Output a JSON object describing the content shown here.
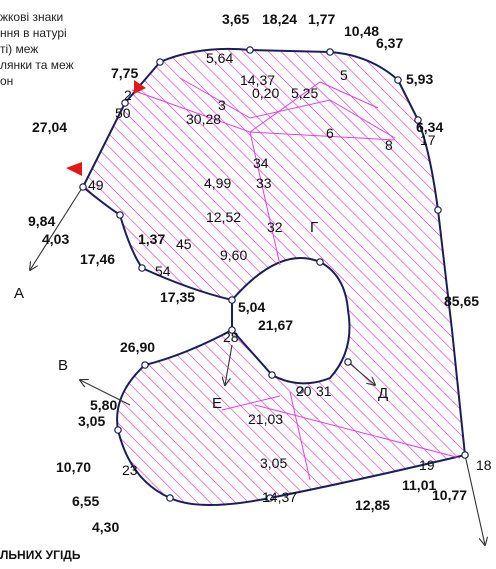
{
  "legend_fragments": [
    "жкові знаки",
    "ння в натурі",
    "ті) меж",
    "лянки та меж",
    "он"
  ],
  "footer_fragment": "ЛЬНИХ УГІДЬ",
  "colors": {
    "boundary": "#1a1f5a",
    "hatch": "#d81ed8",
    "inner_lines": "#e040e0",
    "text": "#111111",
    "marker": "#e21818"
  },
  "directions": [
    {
      "id": "A",
      "label": "А"
    },
    {
      "id": "B",
      "label": "В"
    },
    {
      "id": "G",
      "label": "Г"
    },
    {
      "id": "D",
      "label": "Д"
    },
    {
      "id": "E",
      "label": "Е"
    }
  ],
  "interior_numbers": [
    {
      "id": "n2",
      "text": "2"
    },
    {
      "id": "n3",
      "text": "3"
    },
    {
      "id": "n5",
      "text": "5"
    },
    {
      "id": "n6",
      "text": "6"
    },
    {
      "id": "n8",
      "text": "8"
    },
    {
      "id": "n17",
      "text": "17"
    },
    {
      "id": "n18",
      "text": "18"
    },
    {
      "id": "n19",
      "text": "19"
    },
    {
      "id": "n20",
      "text": "20"
    },
    {
      "id": "n23",
      "text": "23"
    },
    {
      "id": "n28",
      "text": "28"
    },
    {
      "id": "n31",
      "text": "31"
    },
    {
      "id": "n32",
      "text": "32"
    },
    {
      "id": "n33",
      "text": "33"
    },
    {
      "id": "n34",
      "text": "34"
    },
    {
      "id": "n45",
      "text": "45"
    },
    {
      "id": "n49",
      "text": "49"
    },
    {
      "id": "n50",
      "text": "50"
    },
    {
      "id": "n54",
      "text": "54"
    }
  ],
  "measurements": [
    {
      "id": "m1",
      "text": "27,04"
    },
    {
      "id": "m2",
      "text": "9,84"
    },
    {
      "id": "m3",
      "text": "4,03"
    },
    {
      "id": "m4",
      "text": "17,46"
    },
    {
      "id": "m5",
      "text": "17,35"
    },
    {
      "id": "m6",
      "text": "26,90"
    },
    {
      "id": "m7",
      "text": "5,80"
    },
    {
      "id": "m8",
      "text": "3,05"
    },
    {
      "id": "m9",
      "text": "10,70"
    },
    {
      "id": "m10",
      "text": "6,55"
    },
    {
      "id": "m11",
      "text": "4,30"
    },
    {
      "id": "m12",
      "text": "85,65"
    },
    {
      "id": "m13",
      "text": "10,77"
    },
    {
      "id": "m14",
      "text": "11,01"
    },
    {
      "id": "m15",
      "text": "12,85"
    },
    {
      "id": "m16",
      "text": "7,75"
    },
    {
      "id": "m17",
      "text": "30,28"
    },
    {
      "id": "m18",
      "text": "14,37"
    },
    {
      "id": "m19",
      "text": "0,20"
    },
    {
      "id": "m20",
      "text": "5,25"
    },
    {
      "id": "m21",
      "text": "4,99"
    },
    {
      "id": "m22",
      "text": "12,52"
    },
    {
      "id": "m23",
      "text": "9,60"
    },
    {
      "id": "m24",
      "text": "21,67"
    },
    {
      "id": "m25",
      "text": "21,03"
    },
    {
      "id": "m26",
      "text": "3,05"
    },
    {
      "id": "m27",
      "text": "14,37"
    },
    {
      "id": "m28",
      "text": "18,24"
    },
    {
      "id": "m29",
      "text": "1,77"
    },
    {
      "id": "m30",
      "text": "10,48"
    },
    {
      "id": "m31",
      "text": "6,37"
    },
    {
      "id": "m32",
      "text": "5,93"
    },
    {
      "id": "m33",
      "text": "6,34"
    },
    {
      "id": "m34",
      "text": "3,65"
    },
    {
      "id": "m35",
      "text": "5,64"
    },
    {
      "id": "m36",
      "text": "5,04"
    },
    {
      "id": "m37",
      "text": "1,37"
    }
  ]
}
